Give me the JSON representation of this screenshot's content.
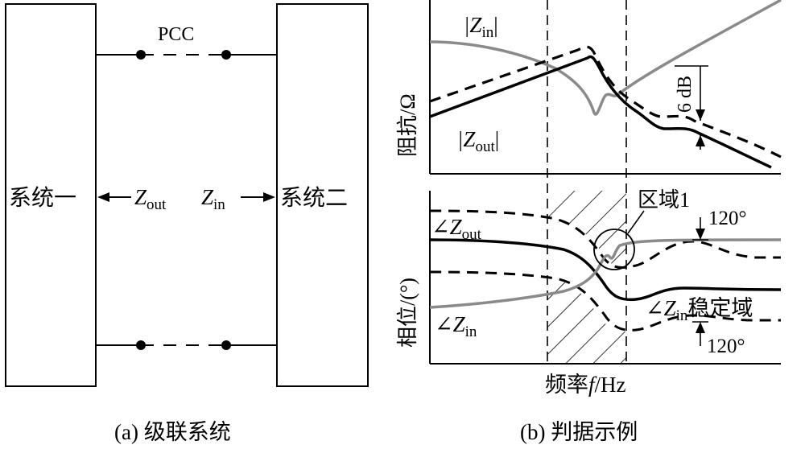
{
  "left": {
    "system1": "系统一",
    "system2": "系统二",
    "pcc": "PCC",
    "zout_main": "Z",
    "zout_sub": "out",
    "zin_main": "Z",
    "zin_sub": "in",
    "caption": "(a) 级联系统"
  },
  "right": {
    "top_ylabel": "阻抗/Ω",
    "zin_label_main": "|Z",
    "zin_label_sub": "in",
    "zin_label_end": "|",
    "zout_label_main": "|Z",
    "zout_label_sub": "out",
    "zout_label_end": "|",
    "db_label": "6 dB",
    "bottom_ylabel": "相位/(°)",
    "region_label": "区域1",
    "angle_top": "120°",
    "angle_bottom": "120°",
    "phase_zout_main": "∠Z",
    "phase_zout_sub": "out",
    "phase_zin_main": "∠Z",
    "phase_zin_sub": "in",
    "phase_zin_left_main": "∠Z",
    "phase_zin_left_sub": "in",
    "stable_label": "稳定域",
    "xlabel_pre": "频率",
    "xlabel_var": "f",
    "xlabel_post": "/Hz",
    "caption": "(b) 判据示例"
  }
}
